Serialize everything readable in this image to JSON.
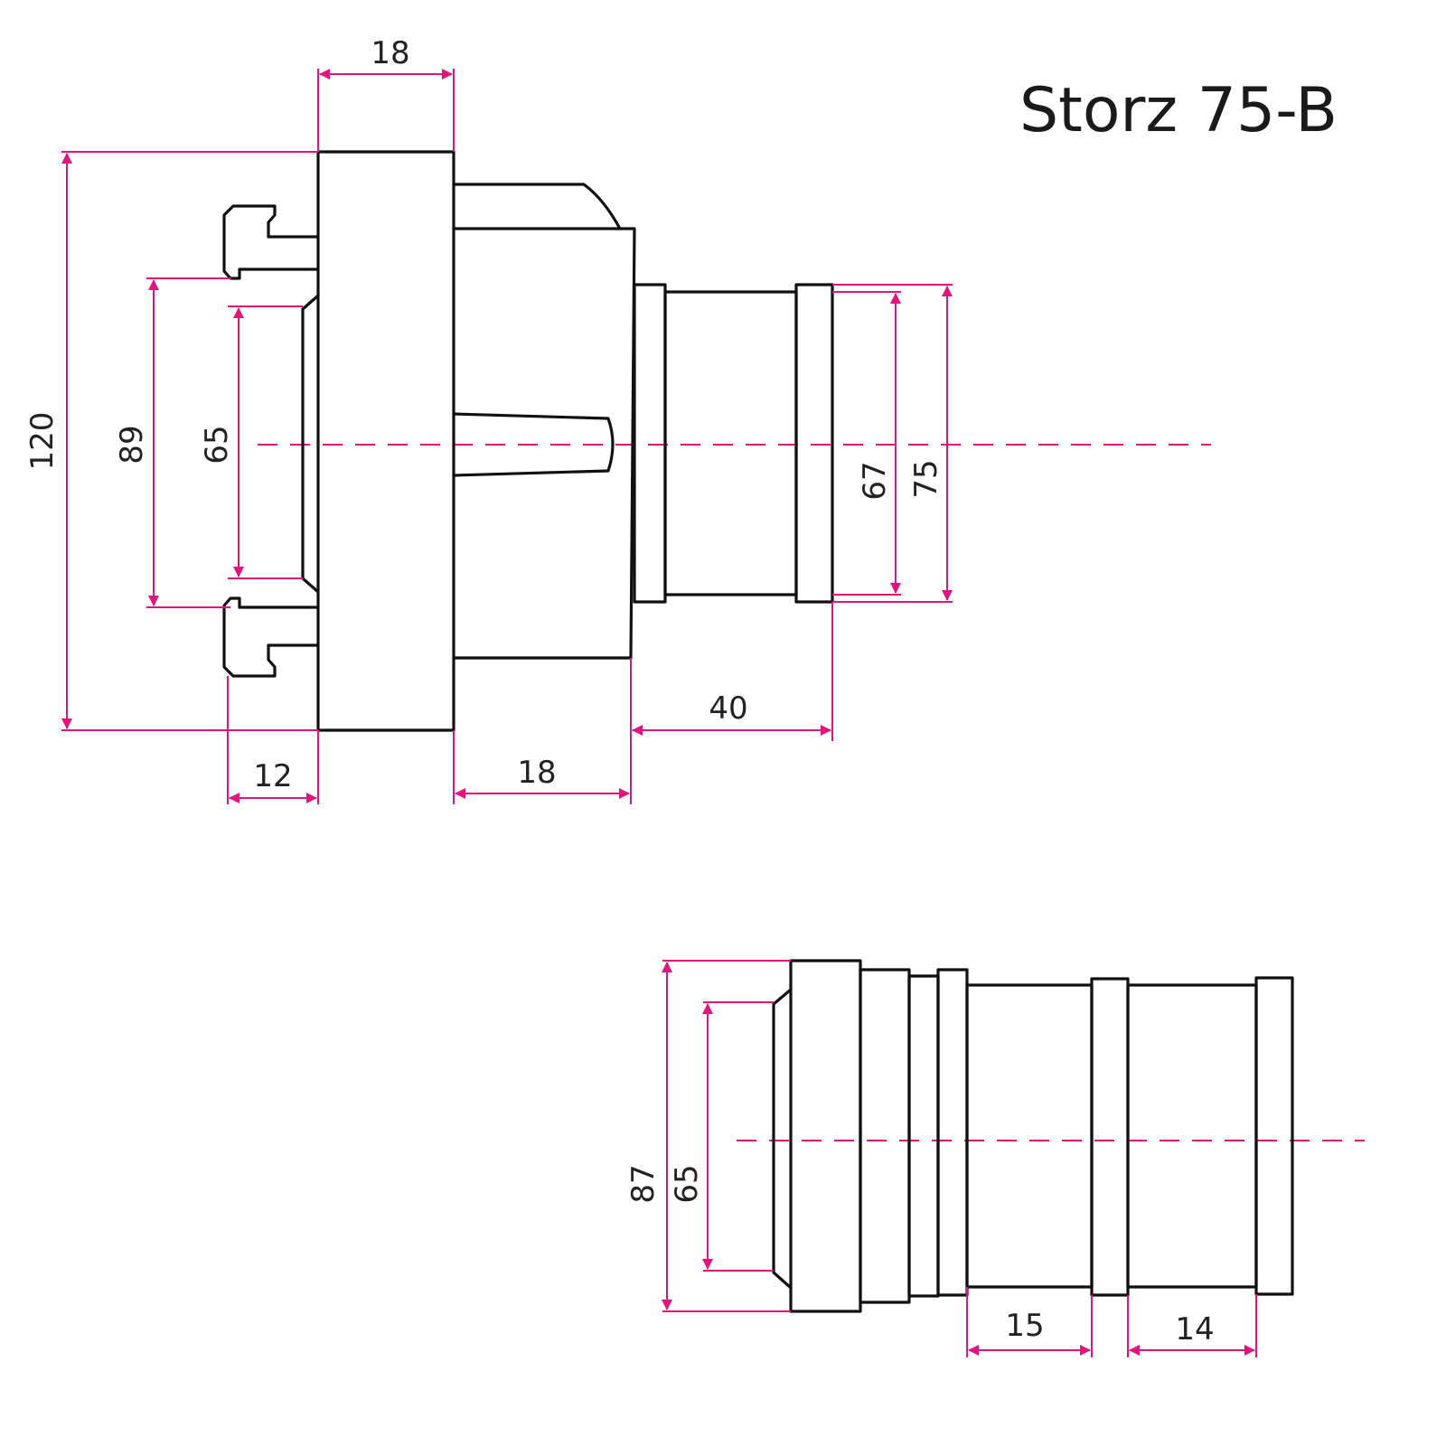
{
  "title": "Storz 75-B",
  "colors": {
    "dimension": "#e4147d",
    "outline": "#111111",
    "text": "#222222"
  },
  "side_view": {
    "dims": {
      "top_width": "18",
      "height_total": "120",
      "claw_span": "89",
      "inner_bore": "65",
      "ring_inner": "67",
      "ring_outer": "75",
      "claw_depth": "12",
      "body_length": "18",
      "stub_length": "40"
    }
  },
  "end_view": {
    "dims": {
      "outer": "87",
      "bore": "65",
      "ring_gap": "15",
      "tail_length": "14"
    }
  }
}
